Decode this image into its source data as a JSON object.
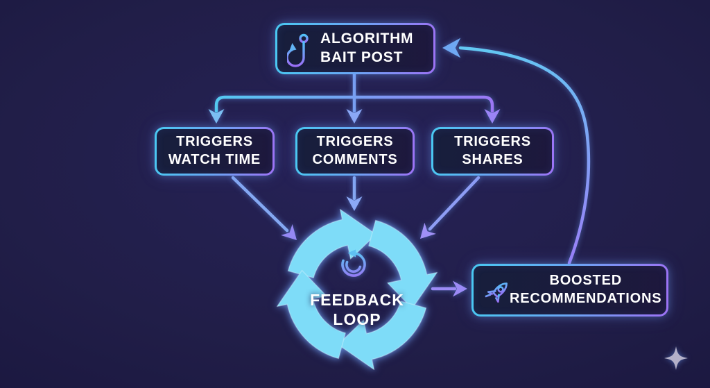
{
  "meta": {
    "description": "Flow diagram of a social-media algorithm bait feedback loop",
    "background_color": "#1e1b42"
  },
  "colors": {
    "accent_cyan": "#4fd0f7",
    "accent_purple": "#9d72f5",
    "arrow_blue": "#84a8f2",
    "arrow_purple": "#9a86f5",
    "text": "#ffffff",
    "sparkle": "#b4b1c9"
  },
  "nodes": {
    "algorithm_bait_post": {
      "label": "ALGORITHM BAIT POST",
      "lines": [
        "ALGORITHM",
        "BAIT POST"
      ],
      "icon": "fish-hook-icon"
    },
    "triggers_watch_time": {
      "label": "TRIGGERS WATCH TIME",
      "lines": [
        "TRIGGERS",
        "WATCH TIME"
      ]
    },
    "triggers_comments": {
      "label": "TRIGGERS COMMENTS",
      "lines": [
        "TRIGGERS",
        "COMMENTS"
      ]
    },
    "triggers_shares": {
      "label": "TRIGGERS SHARES",
      "lines": [
        "TRIGGERS",
        "SHARES"
      ]
    },
    "feedback_loop": {
      "label": "FEEDBACK LOOP",
      "lines": [
        "FEEDBACK",
        "LOOP"
      ],
      "icon": "refresh-icon"
    },
    "boosted_recommendations": {
      "label": "BOOSTED RECOMMENDATIONS",
      "lines": [
        "BOOSTED",
        "RECOMMENDATIONS"
      ],
      "icon": "rocket-icon"
    }
  },
  "edges": [
    {
      "from": "algorithm_bait_post",
      "to": "triggers_watch_time"
    },
    {
      "from": "algorithm_bait_post",
      "to": "triggers_comments"
    },
    {
      "from": "algorithm_bait_post",
      "to": "triggers_shares"
    },
    {
      "from": "triggers_watch_time",
      "to": "feedback_loop"
    },
    {
      "from": "triggers_comments",
      "to": "feedback_loop"
    },
    {
      "from": "triggers_shares",
      "to": "feedback_loop"
    },
    {
      "from": "feedback_loop",
      "to": "boosted_recommendations"
    },
    {
      "from": "boosted_recommendations",
      "to": "algorithm_bait_post"
    }
  ],
  "decorations": {
    "sparkle": "four-point-star-icon",
    "loop_rotation": "clockwise"
  }
}
